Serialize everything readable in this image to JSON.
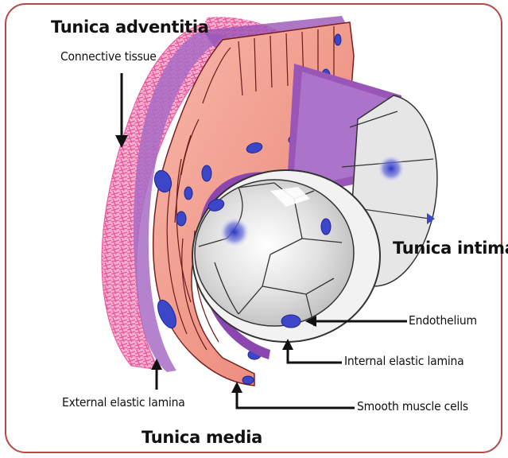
{
  "labels": {
    "tunica_adventitia": "Tunica adventitia",
    "connective_tissue": "Connective tissue",
    "tunica_intima": "Tunica intima",
    "endothelium": "Endothelium",
    "internal_elastic_lamina": "Internal elastic lamina",
    "external_elastic_lamina": "External elastic lamina",
    "smooth_muscle_cells": "Smooth muscle cells",
    "tunica_media": "Tunica media"
  },
  "colors": {
    "frame": "#b54848",
    "adventitia_fibers": "#e8559a",
    "media_muscle": "#f29a8a",
    "elastic_lamina": "#9a55b8",
    "nuclei": "#3b47c8",
    "intima_gray": "#d9d9d9",
    "arrow": "#111111"
  }
}
